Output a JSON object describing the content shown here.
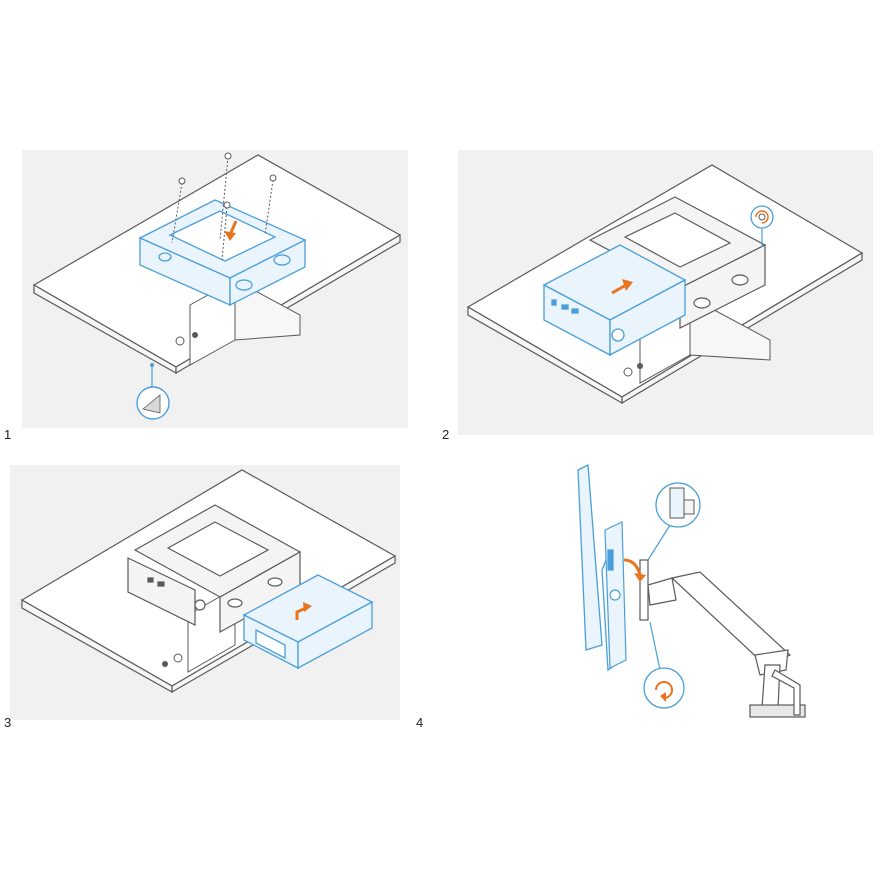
{
  "steps": [
    {
      "number": "1"
    },
    {
      "number": "2"
    },
    {
      "number": "3"
    },
    {
      "number": "4"
    }
  ],
  "colors": {
    "outline": "#5a5a5a",
    "monitor_fill": "#ffffff",
    "shadow": "#e4e4e4",
    "bracket_blue": "#4a9fd9",
    "bracket_fill": "#eaf4fc",
    "arrow_orange": "#e8741e",
    "computer_fill": "#f4f4f4"
  },
  "icons": [
    "screw-icon",
    "down-arrow-icon",
    "push-arrow-icon",
    "lock-thumbscrew-icon",
    "rotate-arrow-icon",
    "callout-magnifier-icon"
  ]
}
